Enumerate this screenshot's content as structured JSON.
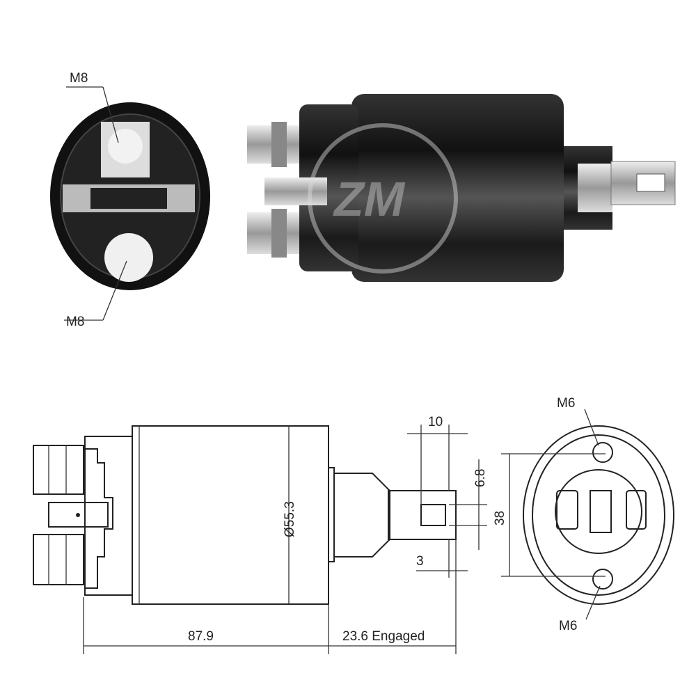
{
  "photo_labels": {
    "top_terminal": "M8",
    "bottom_terminal": "M8"
  },
  "drawing_labels": {
    "tab_width": "10",
    "slot_height": "6.8",
    "mount_spacing": "38",
    "body_diameter": "Ø55.3",
    "tab_offset": "3",
    "body_length": "87.9",
    "plunger_travel": "23.6 Engaged",
    "top_mount_thread": "M6",
    "bottom_mount_thread": "M6"
  },
  "watermark": {
    "text": "ZM"
  },
  "colors": {
    "line": "#222222",
    "body_dark": "#1a1a1a",
    "metal": "#c8c8c8"
  }
}
